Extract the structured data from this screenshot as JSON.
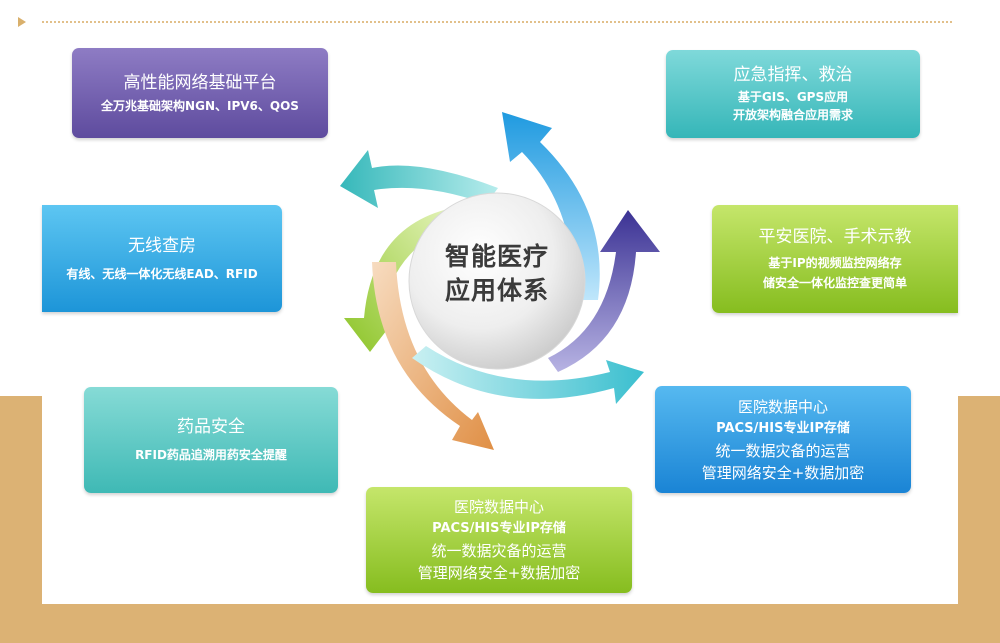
{
  "center": {
    "line1": "智能医疗",
    "line2": "应用体系"
  },
  "nodes": {
    "network": {
      "title": "高性能网络基础平台",
      "subtitle": "全万兆基础架构NGN、IPV6、QOS"
    },
    "emergency": {
      "title": "应急指挥、救治",
      "line1": "基于GIS、GPS应用",
      "line2": "开放架构融合应用需求"
    },
    "ward": {
      "title": "无线查房",
      "subtitle": "有线、无线一体化无线EAD、RFID"
    },
    "safety": {
      "title": "平安医院、手术示教",
      "line1": "基于IP的视频监控网络存",
      "line2": "储安全一体化监控查更简单"
    },
    "drug": {
      "title": "药品安全",
      "subtitle": "RFID药品追溯用药安全提醒"
    },
    "datacenter_right": {
      "title": "医院数据中心",
      "line1": "PACS/HIS专业IP存储",
      "line2": "统一数据灾备的运营",
      "line3": "管理网络安全+数据加密"
    },
    "datacenter_bottom": {
      "title": "医院数据中心",
      "line1": "PACS/HIS专业IP存储",
      "line2": "统一数据灾备的运营",
      "line3": "管理网络安全+数据加密"
    }
  },
  "colors": {
    "band": "#dcb274",
    "purple": "#6f5cae",
    "teal": "#3fbcbd",
    "blue": "#2aa3e3",
    "green": "#98c934",
    "orange": "#e09a55",
    "navy": "#3f3690"
  }
}
